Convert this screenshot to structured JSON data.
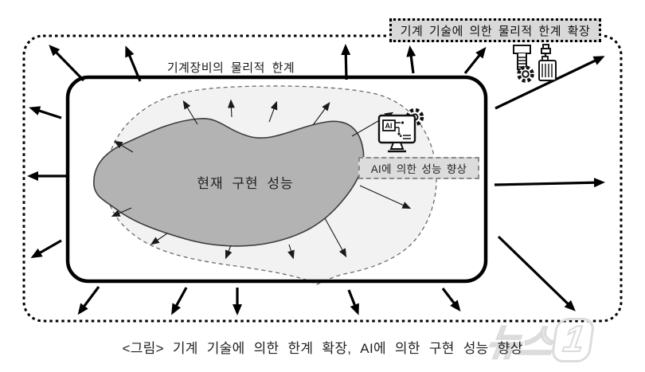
{
  "figure": {
    "outer_expand_label": "기계 기술에 의한 물리적 한계 확장",
    "machine_limit_label": "기계장비의 물리적 한계",
    "core_label": "현재 구현 성능",
    "ai_boost_label": "AI에 의한 성능 향상",
    "caption": "<그림> 기계 기술에 의한 한계 확장, AI에 의한 구현 성능 향상",
    "ai_chip_text": "AI",
    "watermark": {
      "text": "뉴스",
      "digit": "1"
    },
    "icons": [
      "machine-tools-icon",
      "ai-monitor-icon"
    ],
    "colors": {
      "core_fill": "#b3b3b3",
      "core_stroke": "#3c3c3c",
      "halo_fill": "#f2f2f2",
      "halo_stroke": "#6b6b6b",
      "label_bg": "#d9d9d9",
      "line": "#000000"
    }
  }
}
